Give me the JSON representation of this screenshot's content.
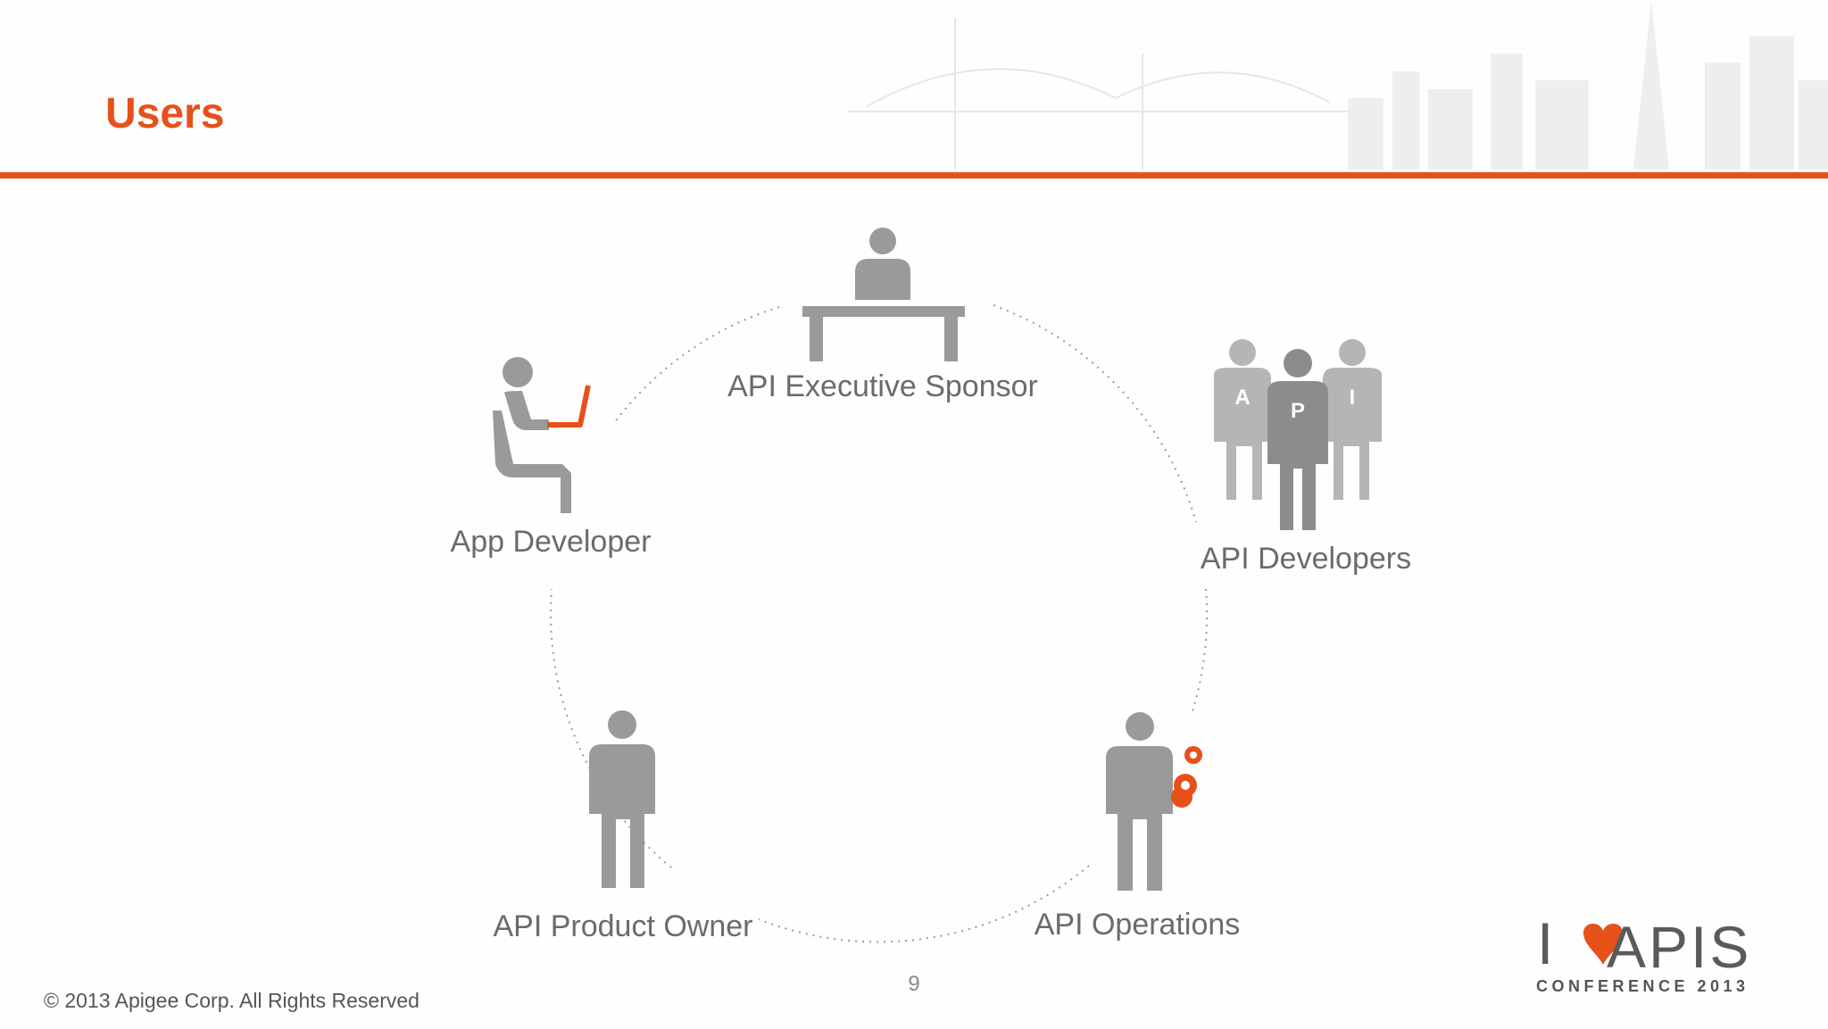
{
  "slide": {
    "title": "Users",
    "page_number": "9",
    "copyright": "© 2013 Apigee Corp. All Rights Reserved"
  },
  "users": [
    {
      "id": "executive",
      "label": "API Executive Sponsor",
      "icon": "person-at-desk-icon"
    },
    {
      "id": "developers",
      "label": "API Developers",
      "icon": "api-developers-group-icon"
    },
    {
      "id": "operations",
      "label": "API Operations",
      "icon": "person-with-gears-icon"
    },
    {
      "id": "product-owner",
      "label": "API Product Owner",
      "icon": "standing-person-icon"
    },
    {
      "id": "app-developer",
      "label": "App Developer",
      "icon": "seated-person-with-laptop-icon"
    }
  ],
  "group_letters": [
    "A",
    "P",
    "I"
  ],
  "logo": {
    "letter_i": "I",
    "word": "APIS",
    "subtitle": "CONFERENCE 2013"
  },
  "colors": {
    "accent": "#e8501a",
    "icon_gray": "#9a9a9a",
    "label_gray": "#6b6b6b"
  }
}
